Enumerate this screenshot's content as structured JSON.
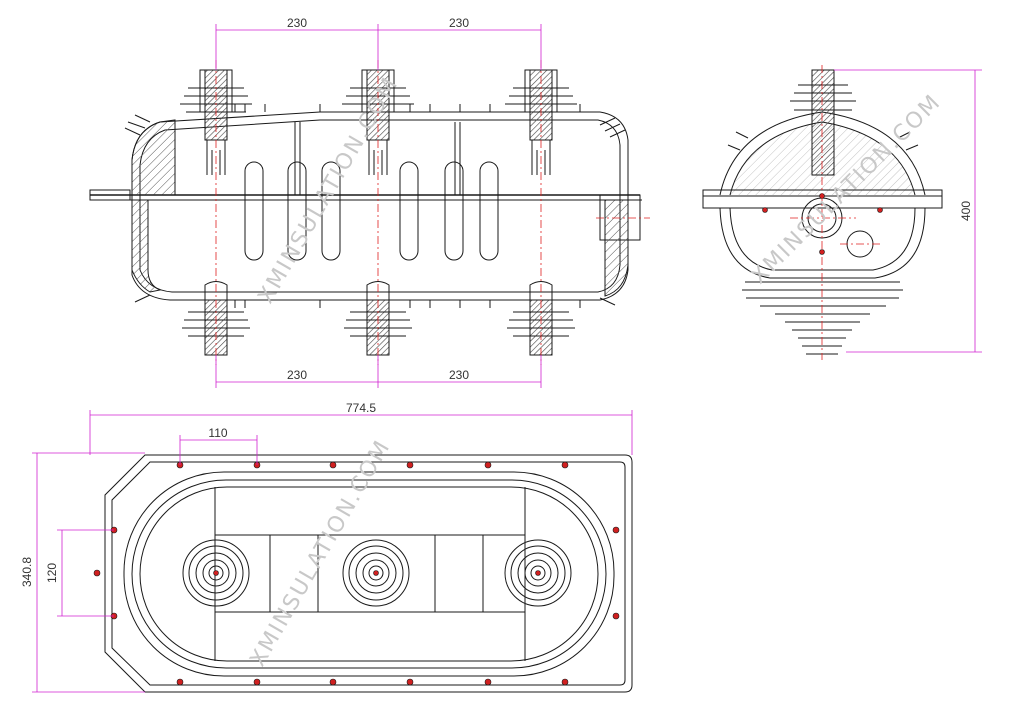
{
  "colors": {
    "line": "#1a1a1a",
    "dimension": "#d020d0",
    "centerline": "#e02020",
    "hatch": "#555555",
    "conductor": "#7a6a6a",
    "watermark": "#c8c8c8"
  },
  "dimensions": {
    "front_top_left": "230",
    "front_top_right": "230",
    "front_bottom_left": "230",
    "front_bottom_right": "230",
    "side_height": "400",
    "plan_width": "774.5",
    "plan_bolt_pitch": "110",
    "plan_height": "340.8",
    "plan_inner": "120"
  },
  "watermark": "XMINSULATION.COM"
}
